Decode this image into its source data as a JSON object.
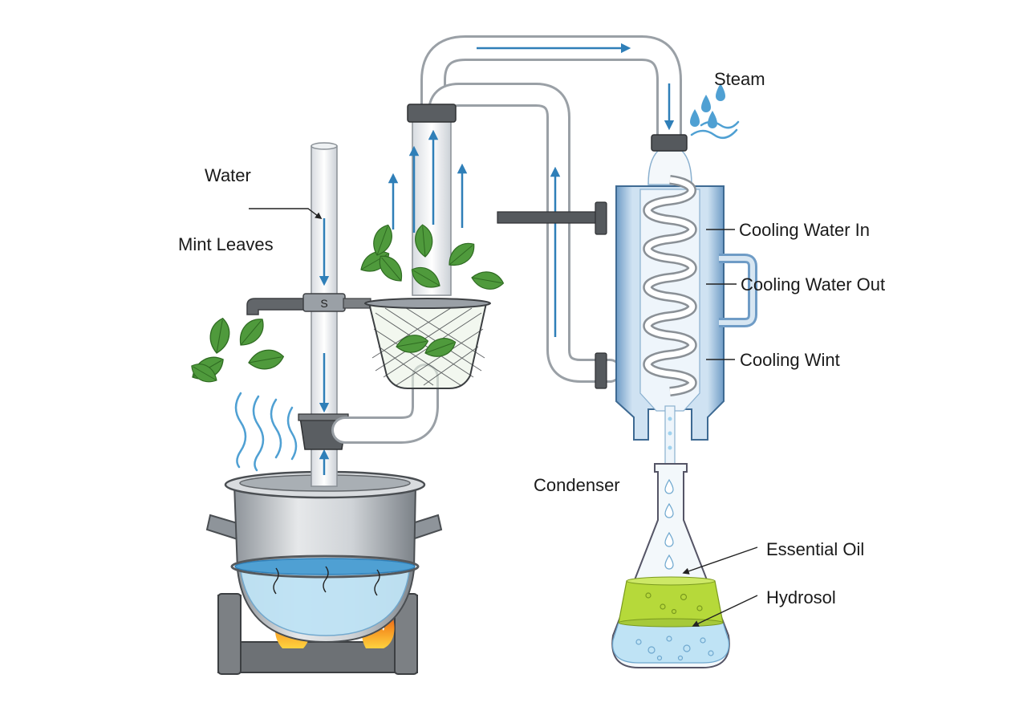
{
  "labels": {
    "water": "Water",
    "mint_leaves": "Mint Leaves",
    "steam": "Steam",
    "cooling_water_in": "Cooling Water In",
    "cooling_water_out": "Cooling Water Out",
    "cooling_wint": "Cooling Wint",
    "condenser": "Condenser",
    "essential_oil": "Essential Oil",
    "hydrosol": "Hydrosol"
  },
  "colors": {
    "flow_arrow": "#2f7fb8",
    "water": "#9fd2ee",
    "essential_oil": "#b6d93a",
    "mint": "#4f9a3c",
    "flame_outer": "#f06a1d",
    "flame_inner": "#ffd23f",
    "jacket": "#8fb6d8",
    "metal": "#c7cbd0",
    "dark_metal": "#56595d"
  },
  "icons": [
    "flame-icon",
    "mint-leaf-icon",
    "steam-icon",
    "flow-arrow-icon",
    "droplet-icon",
    "bubble-icon"
  ]
}
